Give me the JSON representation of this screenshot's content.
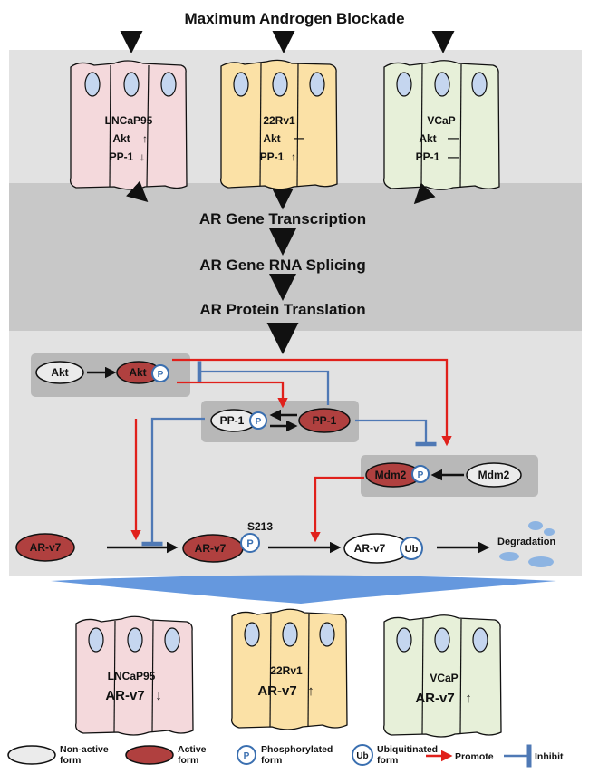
{
  "title": "Maximum Androgen Blockade",
  "colors": {
    "band_light": "#e2e2e2",
    "band_dark": "#c8c8c8",
    "panel_inner": "#b8b8b8",
    "active": "#b0403f",
    "inactive": "#ebebeb",
    "phospho": "#3a6fb0",
    "promote": "#e0201b",
    "inhibit": "#4f79b5",
    "nucleus": "#c5d6ef",
    "lncap": "#f4d9dc",
    "rv1": "#fbe1a6",
    "vcap": "#e7f0d9",
    "degradation": "#8db4e2",
    "funnel": "#4a86d8"
  },
  "top_cells": [
    {
      "name": "LNCaP95",
      "line1": "Akt",
      "line1_arrow": "↑",
      "line2": "PP-1",
      "line2_arrow": "↓"
    },
    {
      "name": "22Rv1",
      "line1": "Akt",
      "line1_arrow": "—",
      "line2": "PP-1",
      "line2_arrow": "↑"
    },
    {
      "name": "VCaP",
      "line1": "Akt",
      "line1_arrow": "—",
      "line2": "PP-1",
      "line2_arrow": "—"
    }
  ],
  "steps": {
    "transcription": "AR Gene Transcription",
    "splicing": "AR Gene RNA Splicing",
    "translation": "AR Protein Translation"
  },
  "nodes": {
    "akt_inactive": "Akt",
    "akt_active": "Akt",
    "pp1_inactive": "PP-1",
    "pp1_active": "PP-1",
    "mdm2_active": "Mdm2",
    "mdm2_inactive": "Mdm2",
    "arv7_active": "AR-v7",
    "arv7_phospho": "AR-v7",
    "arv7_ub": "AR-v7",
    "site": "S213",
    "p": "P",
    "ub": "Ub",
    "degradation": "Degradation"
  },
  "bottom_cells": [
    {
      "name": "LNCaP95",
      "label": "AR-v7",
      "arrow": "↓"
    },
    {
      "name": "22Rv1",
      "label": "AR-v7",
      "arrow": "↑"
    },
    {
      "name": "VCaP",
      "label": "AR-v7",
      "arrow": "↑"
    }
  ],
  "legend": {
    "nonactive": "Non-active form",
    "active": "Active form",
    "phospho": "Phosphorylated form",
    "ubiquitinated": "Ubiquitinated form",
    "promote": "Promote",
    "inhibit": "Inhibit",
    "p": "P",
    "ub": "Ub"
  }
}
